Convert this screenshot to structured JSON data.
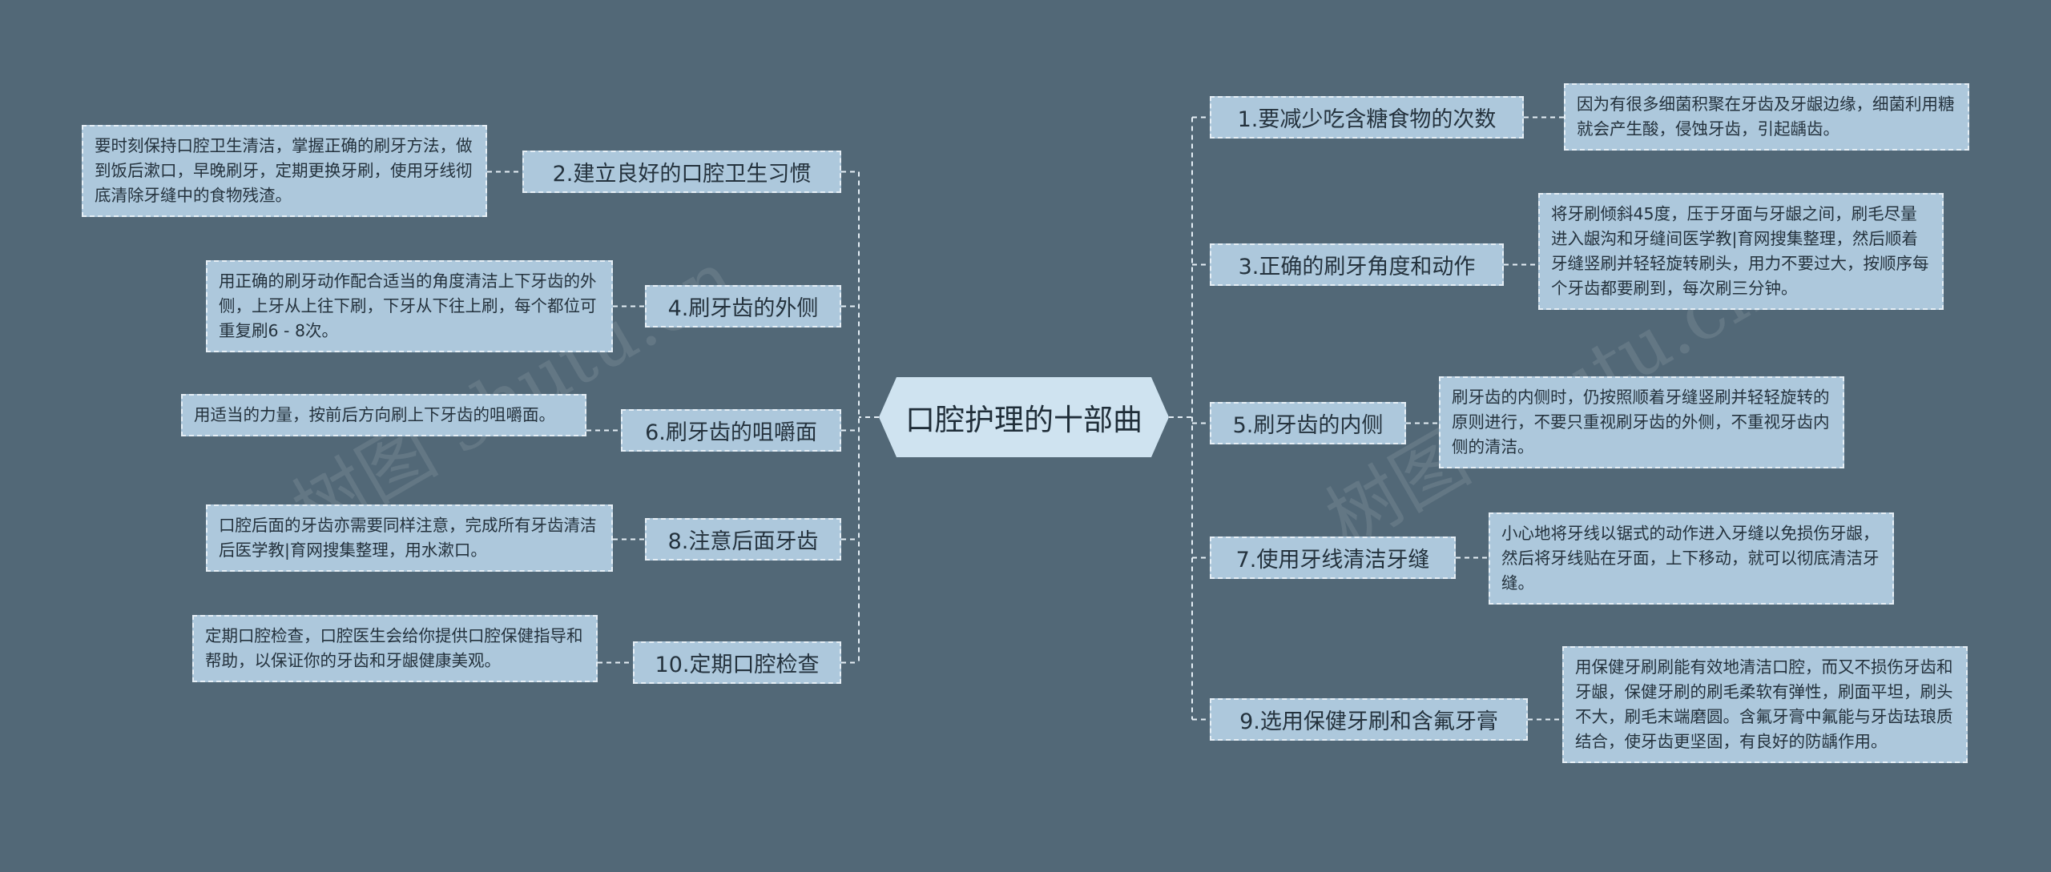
{
  "root": {
    "title": "口腔护理的十部曲"
  },
  "watermarks": [
    "树图 shutu.cn",
    "树图 shutu.cn"
  ],
  "left": [
    {
      "topic": "2.建立良好的口腔卫生习惯",
      "note": "要时刻保持口腔卫生清洁，掌握正确的刷牙方法，做到饭后漱口，早晚刷牙，定期更换牙刷，使用牙线彻底清除牙缝中的食物残渣。"
    },
    {
      "topic": "4.刷牙齿的外侧",
      "note": "用正确的刷牙动作配合适当的角度清洁上下牙齿的外侧，上牙从上往下刷，下牙从下往上刷，每个都位可重复刷6 - 8次。"
    },
    {
      "topic": "6.刷牙齿的咀嚼面",
      "note": "用适当的力量，按前后方向刷上下牙齿的咀嚼面。"
    },
    {
      "topic": "8.注意后面牙齿",
      "note": "口腔后面的牙齿亦需要同样注意，完成所有牙齿清洁后医学教|育网搜集整理，用水漱口。"
    },
    {
      "topic": "10.定期口腔检查",
      "note": "定期口腔检查，口腔医生会给你提供口腔保健指导和帮助，以保证你的牙齿和牙龈健康美观。"
    }
  ],
  "right": [
    {
      "topic": "1.要减少吃含糖食物的次数",
      "note": "因为有很多细菌积聚在牙齿及牙龈边缘，细菌利用糖就会产生酸，侵蚀牙齿，引起龋齿。"
    },
    {
      "topic": "3.正确的刷牙角度和动作",
      "note": "将牙刷倾斜45度，压于牙面与牙龈之间，刷毛尽量进入龈沟和牙缝间医学教|育网搜集整理，然后顺着牙缝竖刷并轻轻旋转刷头，用力不要过大，按顺序每个牙齿都要刷到，每次刷三分钟。"
    },
    {
      "topic": "5.刷牙齿的内侧",
      "note": "刷牙齿的内侧时，仍按照顺着牙缝竖刷并轻轻旋转的原则进行，不要只重视刷牙齿的外侧，不重视牙齿内侧的清洁。"
    },
    {
      "topic": "7.使用牙线清洁牙缝",
      "note": "小心地将牙线以锯式的动作进入牙缝以免损伤牙龈，然后将牙线贴在牙面，上下移动，就可以彻底清洁牙缝。"
    },
    {
      "topic": "9.选用保健牙刷和含氟牙膏",
      "note": "用保健牙刷刷能有效地清洁口腔，而又不损伤牙齿和牙龈，保健牙刷的刷毛柔软有弹性，刷面平坦，刷头不大，刷毛末端磨圆。含氟牙膏中氟能与牙齿珐琅质结合，使牙齿更坚固，有良好的防龋作用。"
    }
  ]
}
